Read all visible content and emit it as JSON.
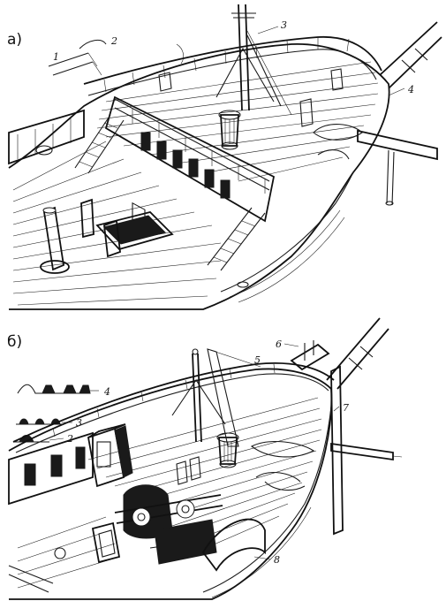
{
  "panels": [
    {
      "label": "а)",
      "callouts": [
        "1",
        "2",
        "3",
        "4"
      ]
    },
    {
      "label": "б)",
      "callouts": [
        "4",
        "3",
        "2",
        "5",
        "6",
        "7",
        "8"
      ]
    }
  ]
}
